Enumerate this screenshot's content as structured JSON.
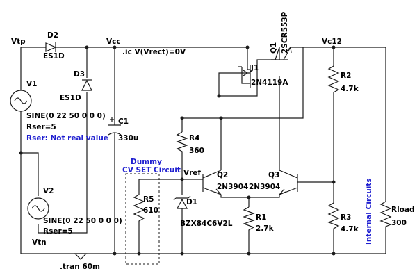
{
  "nodes": {
    "vtp": "Vtp",
    "vcc": "Vcc",
    "vc12": "Vc12",
    "vtn": "Vtn",
    "vref": "Vref"
  },
  "components": {
    "d2": {
      "ref": "D2",
      "value": "ES1D"
    },
    "d3": {
      "ref": "D3",
      "value": "ES1D"
    },
    "v1": {
      "ref": "V1",
      "value": "SINE(0 22 50 0 0 0)",
      "rser": "Rser=5"
    },
    "v2": {
      "ref": "V2",
      "value": "SINE(0 22 50 0 0 0)",
      "rser": "Rser=5"
    },
    "c1": {
      "ref": "C1",
      "value": "330u"
    },
    "r4": {
      "ref": "R4",
      "value": "360"
    },
    "r5": {
      "ref": "R5",
      "value": "610"
    },
    "d1": {
      "ref": "D1",
      "value": "BZX84C6V2L"
    },
    "q2": {
      "ref": "Q2",
      "value": "2N3904"
    },
    "q3": {
      "ref": "Q3",
      "value": "2N3904"
    },
    "r1": {
      "ref": "R1",
      "value": "2.7k"
    },
    "r2": {
      "ref": "R2",
      "value": "4.7k"
    },
    "r3": {
      "ref": "R3",
      "value": "4.7k"
    },
    "j1": {
      "ref": "J1",
      "value": "2N4119A"
    },
    "q1": {
      "ref": "Q1",
      "value": "2SCR553P"
    },
    "rload": {
      "ref": "Rload",
      "value": "300"
    }
  },
  "directives": {
    "ic": ".ic V(Vrect)=0V",
    "tran": ".tran 60m"
  },
  "notes": {
    "rser_note": "Rser: Not real value",
    "dummy_line1": "Dummy",
    "dummy_line2": "CV SET Circuit",
    "internal": "Internal Circuits"
  },
  "colors": {
    "wire": "#1a1a1a",
    "comment": "#1f1fd0"
  }
}
